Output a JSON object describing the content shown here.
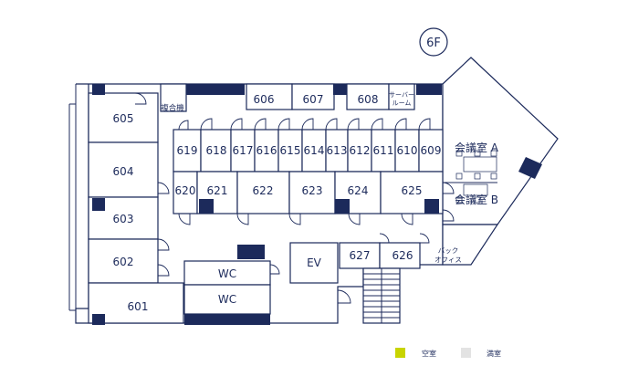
{
  "floor": "6F",
  "rooms": {
    "r601": "601",
    "r602": "602",
    "r603": "603",
    "r604": "604",
    "r605": "605",
    "r606": "606",
    "r607": "607",
    "r608": "608",
    "r609": "609",
    "r610": "610",
    "r611": "611",
    "r612": "612",
    "r613": "613",
    "r614": "614",
    "r615": "615",
    "r616": "616",
    "r617": "617",
    "r618": "618",
    "r619": "619",
    "r620": "620",
    "r621": "621",
    "r622": "622",
    "r623": "623",
    "r624": "624",
    "r625": "625",
    "r626": "626",
    "r627": "627"
  },
  "facilities": {
    "fukugoki": "複合機",
    "server_room_line1": "サーバー",
    "server_room_line2": "ルーム",
    "meeting_a": "会議室 A",
    "meeting_b": "会議室 B",
    "ev": "EV",
    "wc1": "WC",
    "wc2": "WC",
    "back_office_line1": "バック",
    "back_office_line2": "オフィス"
  },
  "legend": {
    "vacant_label": "空室",
    "vacant_color": "#c8d400",
    "occupied_label": "満室",
    "occupied_color": "#e3e3e3"
  },
  "colors": {
    "line": "#1c2a5b",
    "pillar": "#1c2a5b"
  }
}
